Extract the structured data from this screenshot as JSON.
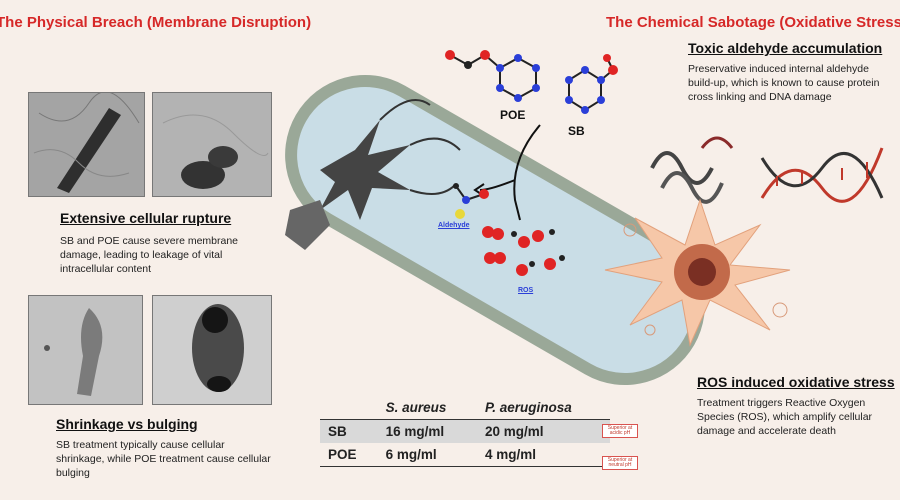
{
  "left": {
    "header": "The Physical Breach (Membrane Disruption)",
    "rupture_title": "Extensive cellular rupture",
    "rupture_text": "SB and POE cause severe membrane damage, leading to leakage of vital intracellular content",
    "shrink_title": "Shrinkage vs bulging",
    "shrink_text": "SB treatment typically cause cellular shrinkage, while POE treatment cause cellular bulging"
  },
  "right": {
    "header": "The Chemical Sabotage (Oxidative Stress",
    "aldehyde_title": "Toxic aldehyde accumulation",
    "aldehyde_text": "Preservative induced internal aldehyde build-up, which is known to cause protein cross linking and DNA damage",
    "ros_title": "ROS induced oxidative stress",
    "ros_text": "Treatment triggers Reactive Oxygen Species (ROS), which amplify cellular damage and accelerate death"
  },
  "center": {
    "poe_label": "POE",
    "sb_label": "SB",
    "aldehyde_label": "Aldehyde",
    "ros_label": "ROS"
  },
  "table": {
    "headers": [
      "",
      "S. aureus",
      "P. aeruginosa"
    ],
    "rows": [
      {
        "name": "SB",
        "s_aureus": "16 mg/ml",
        "p_aeruginosa": "20 mg/ml",
        "note": "Superior at acidic pH"
      },
      {
        "name": "POE",
        "s_aureus": "6 mg/ml",
        "p_aeruginosa": "4 mg/ml",
        "note": "Superior at neutral pH"
      }
    ]
  },
  "colors": {
    "header_red": "#d62828",
    "cell_wall": "#9aa898",
    "cytoplasm": "#c9dde6",
    "oxygen": "#e02424",
    "nitrogen": "#2b3fd8"
  }
}
